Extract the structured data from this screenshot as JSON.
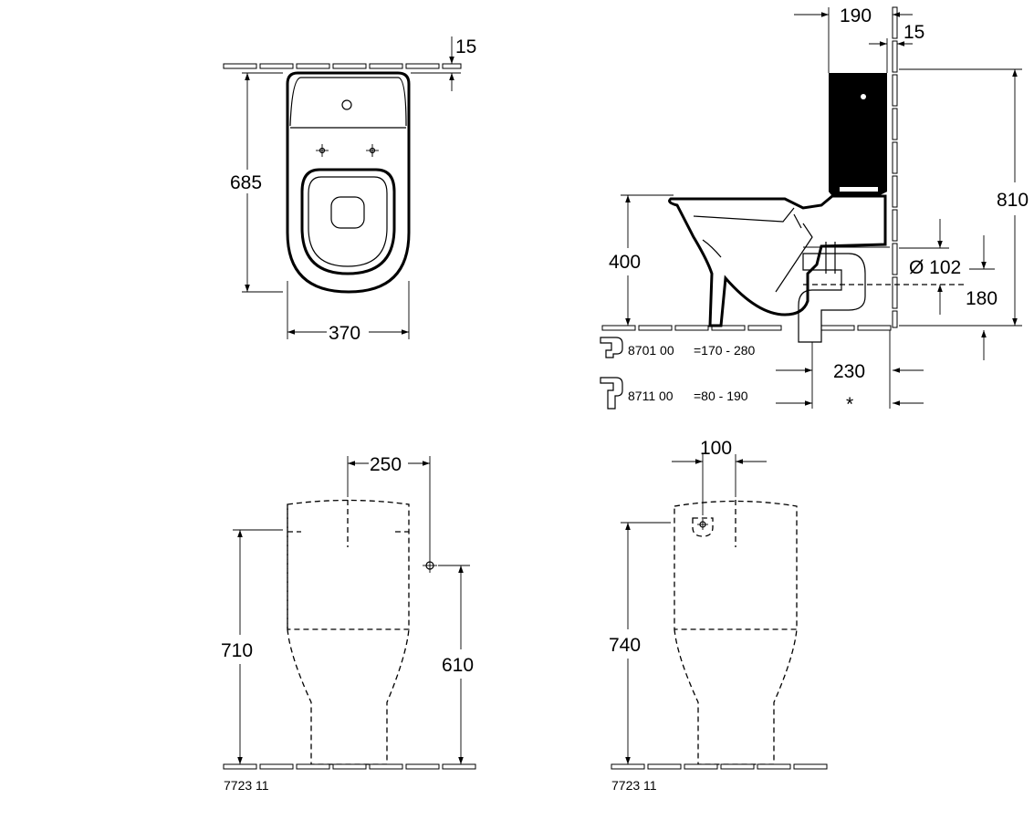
{
  "dimensions": {
    "top_depth": "15",
    "top_length": "685",
    "top_width": "370",
    "side_tank_depth": "190",
    "side_wall_gap": "15",
    "side_height_total": "810",
    "side_seat_height": "400",
    "side_outlet_diameter": "Ø 102",
    "side_outlet_height": "180",
    "side_outlet_distance": "230",
    "side_asterisk": "*",
    "front_inlet_offset": "250",
    "front_height_total": "710",
    "front_inlet_height": "610",
    "back_inlet_width": "100",
    "back_height_total": "740"
  },
  "accessories": [
    {
      "code": "8701 00",
      "range": "=170 -  280"
    },
    {
      "code": "8711 00",
      "range": "=80 -  190"
    }
  ],
  "article_numbers": {
    "front": "7723 11",
    "back": "7723 11"
  }
}
